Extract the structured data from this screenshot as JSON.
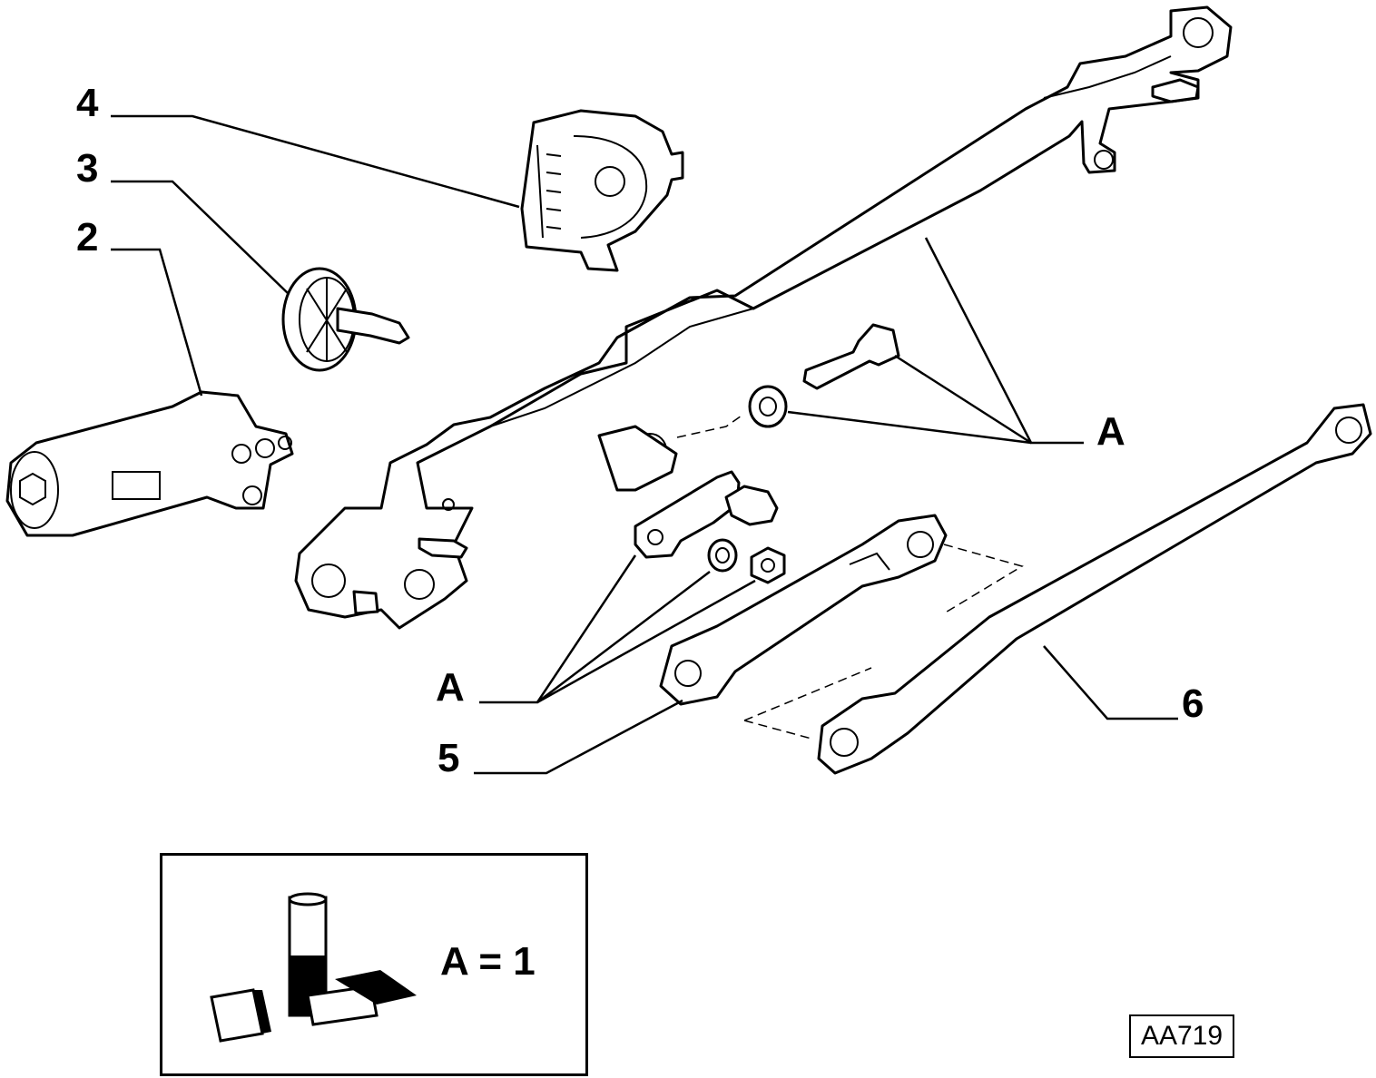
{
  "callouts": {
    "c4": "4",
    "c3": "3",
    "c2": "2",
    "cA_right": "A",
    "cA_left": "A",
    "c5": "5",
    "c6": "6"
  },
  "legend": {
    "text": "A = 1"
  },
  "reference_code": "AA719"
}
